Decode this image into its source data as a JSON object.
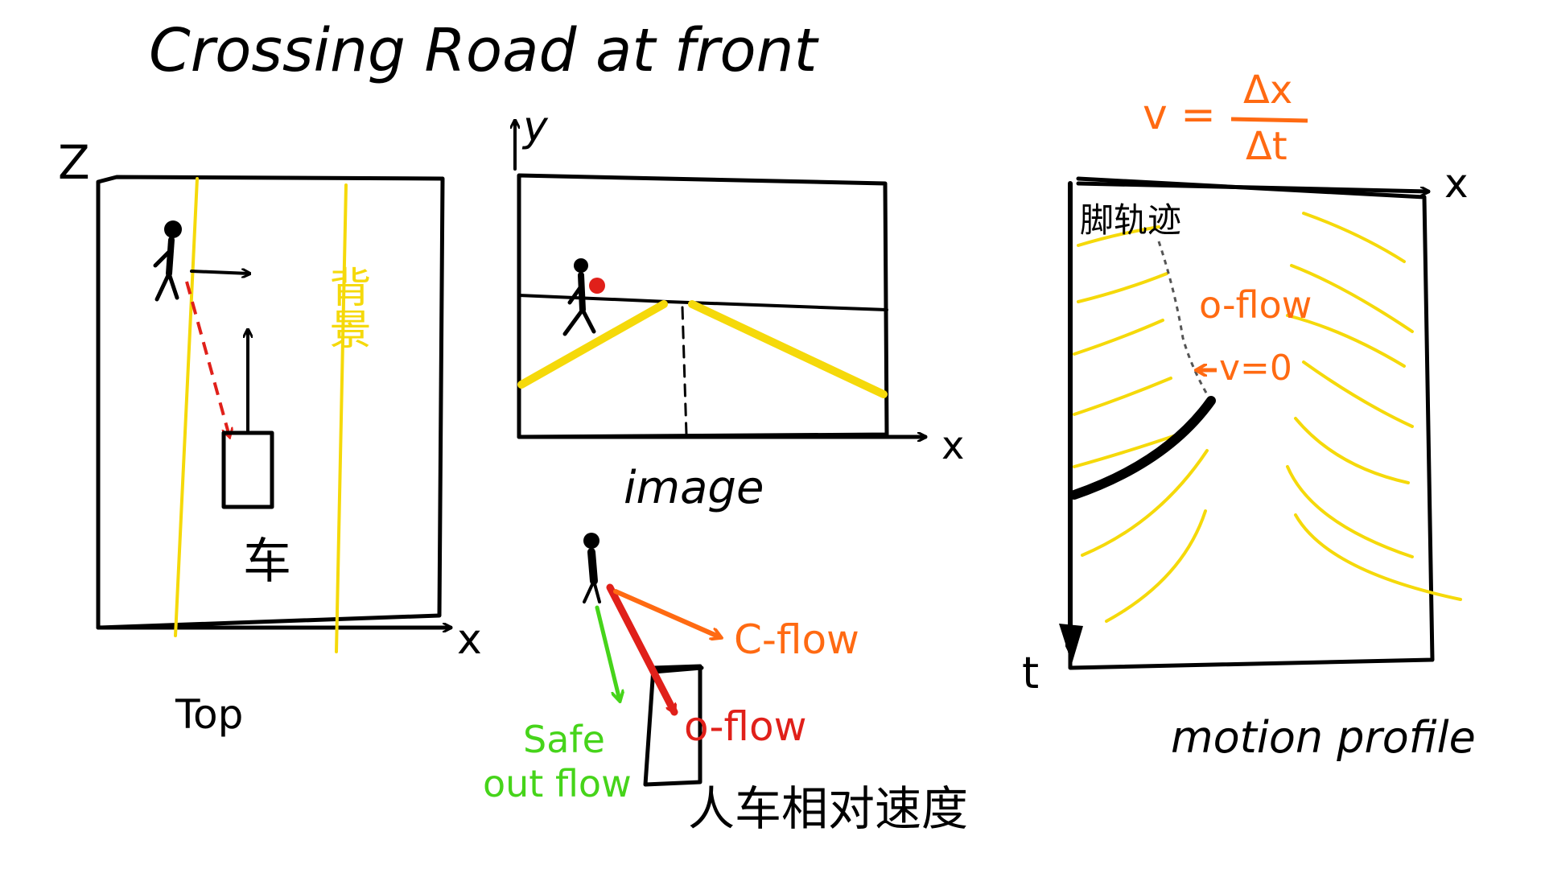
{
  "title": "Crossing Road at front",
  "top_view": {
    "caption": "Top",
    "axis_z": "Z",
    "axis_x": "x",
    "background_label": "背景",
    "car_label": "车"
  },
  "image_view": {
    "caption": "image",
    "axis_y": "y",
    "axis_x": "x"
  },
  "flow_diagram": {
    "c_flow": "C-flow",
    "o_flow": "o-flow",
    "safe_label": "Safe",
    "outflow_label": "out flow",
    "relative_speed": "人车相对速度"
  },
  "motion_profile": {
    "caption": "motion profile",
    "formula_v": "v =",
    "formula_num": "Δx",
    "formula_den": "Δt",
    "axis_x": "x",
    "axis_t": "t",
    "foot_trajectory": "脚轨迹",
    "o_flow": "o-flow",
    "v_zero": "v=0"
  },
  "colors": {
    "ink": "#000000",
    "background_lines": "#f5d90a",
    "red_arrow": "#e0201a",
    "orange": "#ff6a12",
    "green": "#46d41a"
  }
}
